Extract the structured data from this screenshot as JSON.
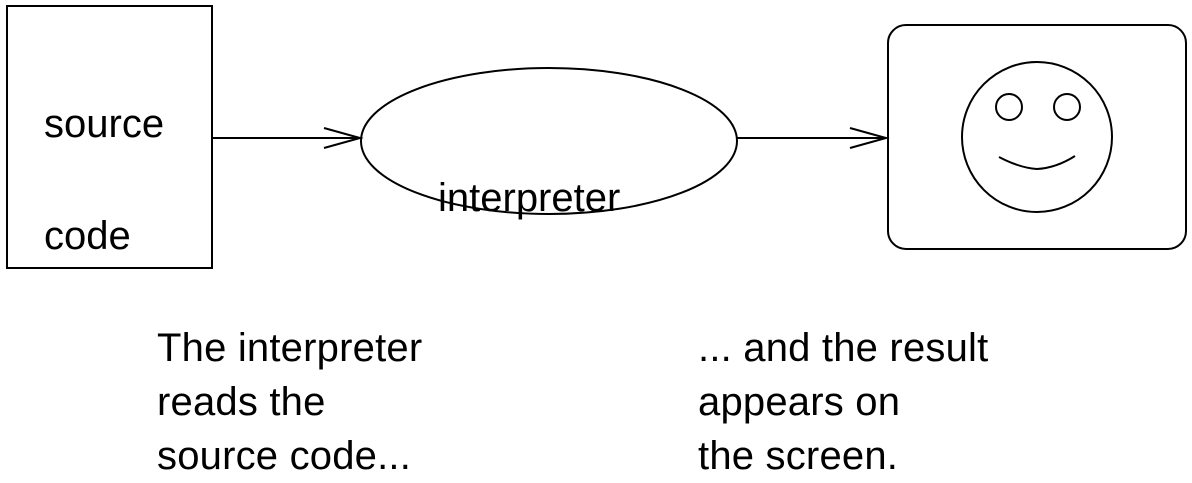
{
  "diagram": {
    "source_box": {
      "lines": [
        "source",
        "code"
      ]
    },
    "interpreter_node": {
      "label": "interpreter"
    },
    "screen": {
      "icon": "smiley-face-icon"
    },
    "captions": {
      "left": {
        "lines": [
          "The interpreter",
          "reads the",
          "source code..."
        ]
      },
      "right": {
        "lines": [
          "... and the result",
          "appears on",
          "the screen."
        ]
      }
    }
  }
}
